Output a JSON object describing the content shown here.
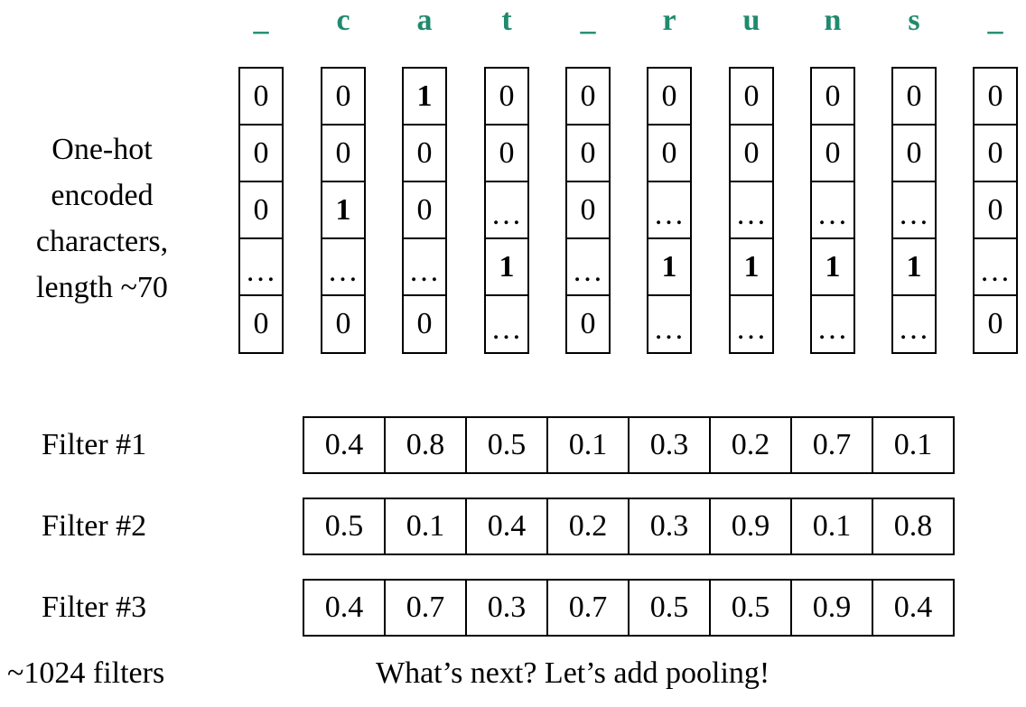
{
  "characters": [
    "_",
    "c",
    "a",
    "t",
    "_",
    "r",
    "u",
    "n",
    "s",
    "_"
  ],
  "columns": [
    [
      "0",
      "0",
      "0",
      "…",
      "0"
    ],
    [
      "0",
      "0",
      "1",
      "…",
      "0"
    ],
    [
      "1",
      "0",
      "0",
      "…",
      "0"
    ],
    [
      "0",
      "0",
      "…",
      "1",
      "…"
    ],
    [
      "0",
      "0",
      "0",
      "…",
      "0"
    ],
    [
      "0",
      "0",
      "…",
      "1",
      "…"
    ],
    [
      "0",
      "0",
      "…",
      "1",
      "…"
    ],
    [
      "0",
      "0",
      "…",
      "1",
      "…"
    ],
    [
      "0",
      "0",
      "…",
      "1",
      "…"
    ],
    [
      "0",
      "0",
      "0",
      "…",
      "0"
    ]
  ],
  "side_label": {
    "line1": "One-hot",
    "line2": "encoded",
    "line3": "characters,",
    "line4": "length ~70"
  },
  "filters": [
    {
      "label": "Filter #1",
      "values": [
        "0.4",
        "0.8",
        "0.5",
        "0.1",
        "0.3",
        "0.2",
        "0.7",
        "0.1"
      ]
    },
    {
      "label": "Filter #2",
      "values": [
        "0.5",
        "0.1",
        "0.4",
        "0.2",
        "0.3",
        "0.9",
        "0.1",
        "0.8"
      ]
    },
    {
      "label": "Filter #3",
      "values": [
        "0.4",
        "0.7",
        "0.3",
        "0.7",
        "0.5",
        "0.5",
        "0.9",
        "0.4"
      ]
    }
  ],
  "footer": {
    "filter_count": "~1024 filters",
    "next_step": "What’s next? Let’s add pooling!"
  },
  "colors": {
    "character_text": "#1f8a6e"
  }
}
